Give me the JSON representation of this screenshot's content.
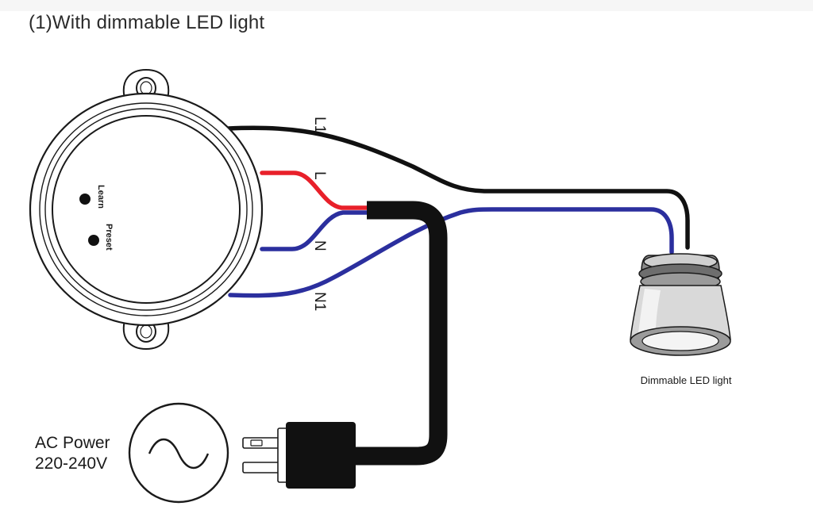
{
  "title": "(1)With dimmable LED light",
  "sensor": {
    "learn_label": "Learn",
    "preset_label": "Preset"
  },
  "wires": {
    "l1": "L1",
    "l": "L",
    "n": "N",
    "n1": "N1"
  },
  "lamp": {
    "label": "Dimmable LED light"
  },
  "power": {
    "line1": "AC Power",
    "line2": "220-240V"
  },
  "colors": {
    "live": "#e8202a",
    "neutral": "#2b2f9e",
    "black": "#111111"
  }
}
